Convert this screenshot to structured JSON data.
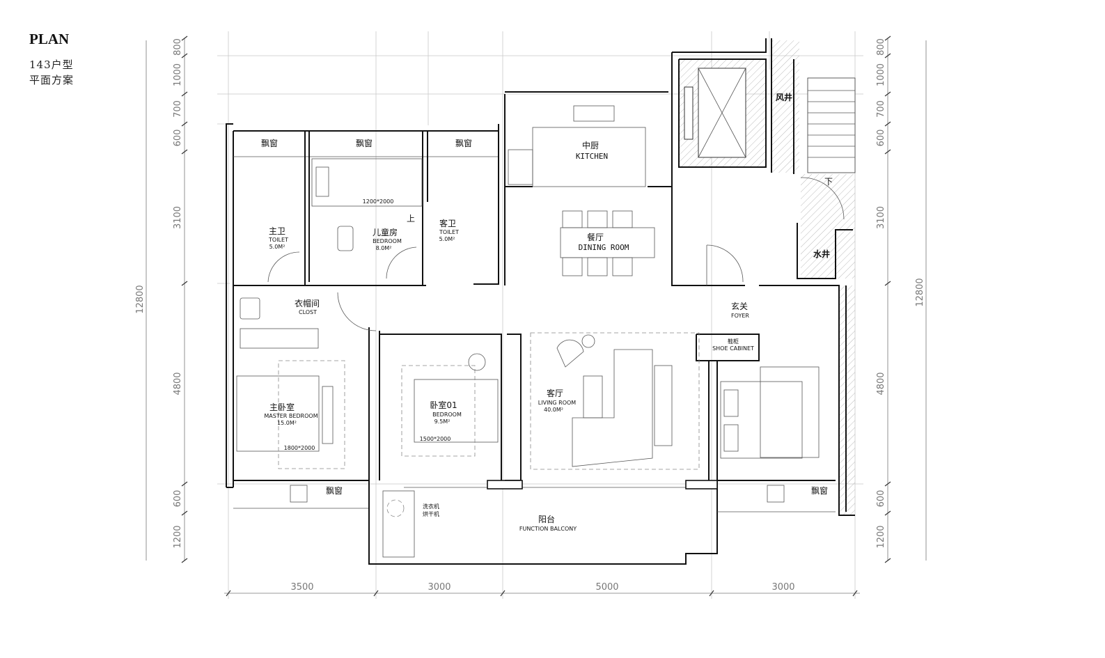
{
  "header": {
    "title": "PLAN",
    "unit_type": "143户型",
    "subtitle": "平面方案"
  },
  "rooms": {
    "bay_window": "飘窗",
    "master_toilet": {
      "cn": "主卫",
      "en": "TOILET",
      "area": "5.0M²"
    },
    "kids_bedroom": {
      "cn": "儿童房",
      "en": "BEDROOM",
      "area": "8.0M²",
      "bed": "1200*2000",
      "stair_up": "上"
    },
    "guest_toilet": {
      "cn": "客卫",
      "en": "TOILET",
      "area": "5.0M²"
    },
    "kitchen": {
      "cn": "中厨",
      "en": "KITCHEN"
    },
    "dining": {
      "cn": "餐厅",
      "en": "DINING ROOM"
    },
    "air_shaft": "风井",
    "water_shaft": "水井",
    "stair_down": "下",
    "closet": {
      "cn": "衣帽间",
      "en": "CLOST"
    },
    "master_bedroom": {
      "cn": "主卧室",
      "en": "MASTER BEDROOM",
      "area": "15.0M²",
      "bed": "1800*2000"
    },
    "bedroom01": {
      "cn": "卧室01",
      "en": "BEDROOM",
      "area": "9.5M²",
      "bed": "1500*2000"
    },
    "living": {
      "cn": "客厅",
      "en": "LIVING ROOM",
      "area": "40.0M²"
    },
    "foyer": {
      "cn": "玄关",
      "en": "FOYER"
    },
    "shoe_cabinet": {
      "cn": "鞋柜",
      "en": "SHOE CABINET"
    },
    "laundry": {
      "line1": "洗衣机",
      "line2": "烘干机"
    },
    "balcony": {
      "cn": "阳台",
      "en": "FUNCTION BALCONY"
    }
  },
  "dimensions": {
    "vertical": [
      "800",
      "1000",
      "700",
      "600",
      "3100",
      "4800",
      "600",
      "1200"
    ],
    "vertical_total": "12800",
    "horizontal": [
      "3500",
      "3000",
      "5000",
      "3000"
    ]
  }
}
